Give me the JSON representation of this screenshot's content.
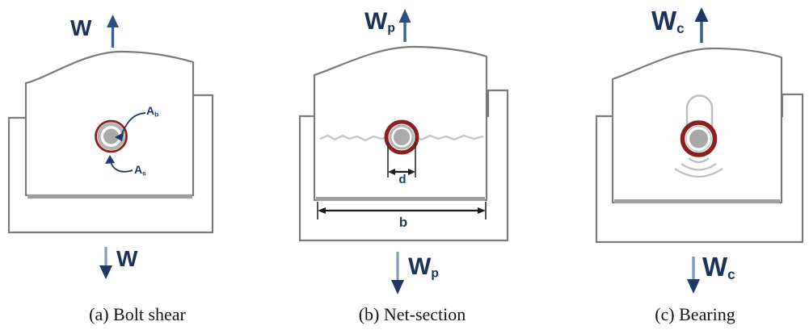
{
  "figure": {
    "colors": {
      "force_label_navy": "#1c3357",
      "arrow_shaft_blue": "#3b618f",
      "arrow_shaft_light": "#7e9bc2",
      "arrow_head_navy": "#1f3864",
      "bolt_ring_red": "#8a2121",
      "bolt_core_gray": "#a9a9a9",
      "plate_outline_gray": "#7a7a7a",
      "plate_edge_thick_gray": "#9e9e9e",
      "crack_gray": "#c6c6c6",
      "dimension_black": "#1a1a1a"
    },
    "panels": [
      {
        "caption": "(a) Bolt shear",
        "top_force": {
          "main": "W",
          "sub": ""
        },
        "bottom_force": {
          "main": "W",
          "sub": ""
        },
        "labels": {
          "bolt_area": {
            "main": "A",
            "sub": "b"
          },
          "shear_area": {
            "main": "A",
            "sub": "s"
          }
        }
      },
      {
        "caption": "(b) Net-section",
        "top_force": {
          "main": "W",
          "sub": "p"
        },
        "bottom_force": {
          "main": "W",
          "sub": "p"
        },
        "dimensions": {
          "bolt_diameter": "d",
          "plate_width": "b"
        }
      },
      {
        "caption": "(c) Bearing",
        "top_force": {
          "main": "W",
          "sub": "c"
        },
        "bottom_force": {
          "main": "W",
          "sub": "c"
        }
      }
    ]
  }
}
